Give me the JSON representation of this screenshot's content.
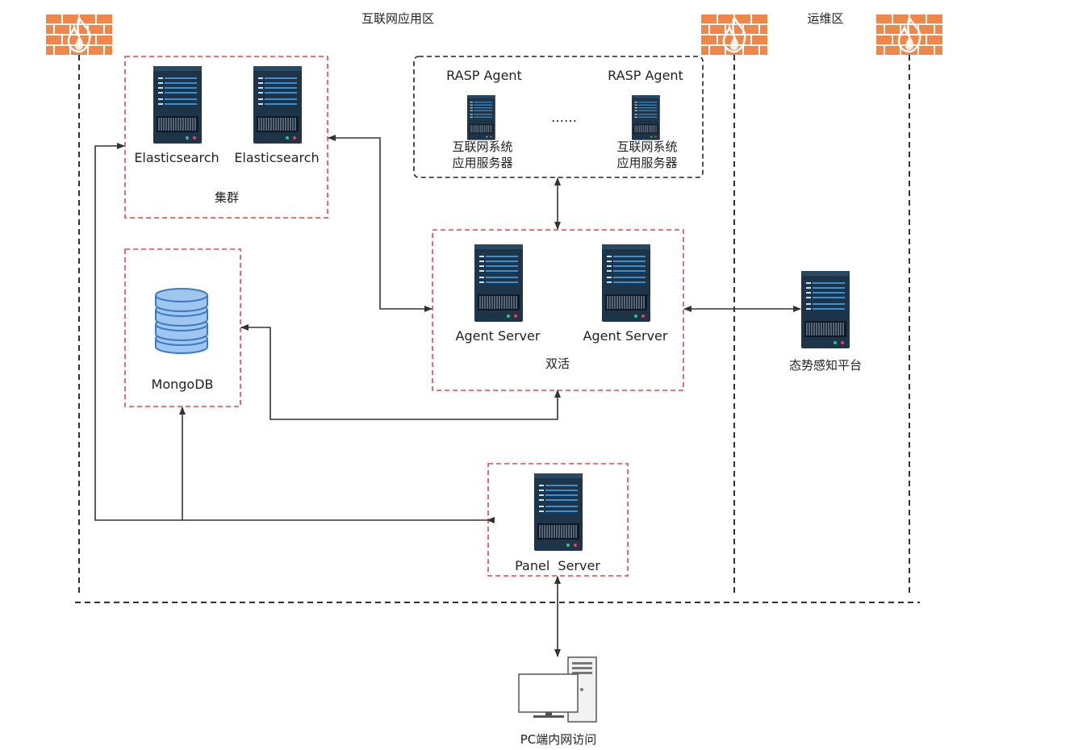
{
  "zones": {
    "internet_app": "互联网应用区",
    "ops": "运维区"
  },
  "elastic": {
    "node1": "Elasticsearch",
    "node2": "Elasticsearch",
    "group_label": "集群"
  },
  "rasp": {
    "agent1": "RASP Agent",
    "agent2": "RASP Agent",
    "ellipsis": "……",
    "server1_line1": "互联网系统",
    "server1_line2": "应用服务器",
    "server2_line1": "互联网系统",
    "server2_line2": "应用服务器"
  },
  "mongo": {
    "label": "MongoDB"
  },
  "agent_server": {
    "node1": "Agent Server",
    "node2": "Agent Server",
    "group_label": "双活"
  },
  "situation": {
    "label": "态势感知平台"
  },
  "panel": {
    "label": "Panel  Server"
  },
  "pc": {
    "label": "PC端内网访问"
  },
  "colors": {
    "firewall": "#f0874a",
    "firewall_flame": "#ffffff",
    "group_border_red": "#e8454a",
    "group_border_black": "#222222",
    "server_body": "#1e3448",
    "server_accent": "#3a8ed4",
    "db_fill": "#9fc6ee",
    "db_stroke": "#3c7ac4"
  },
  "icons": [
    "firewall-icon",
    "server-icon",
    "database-icon",
    "pc-icon"
  ]
}
